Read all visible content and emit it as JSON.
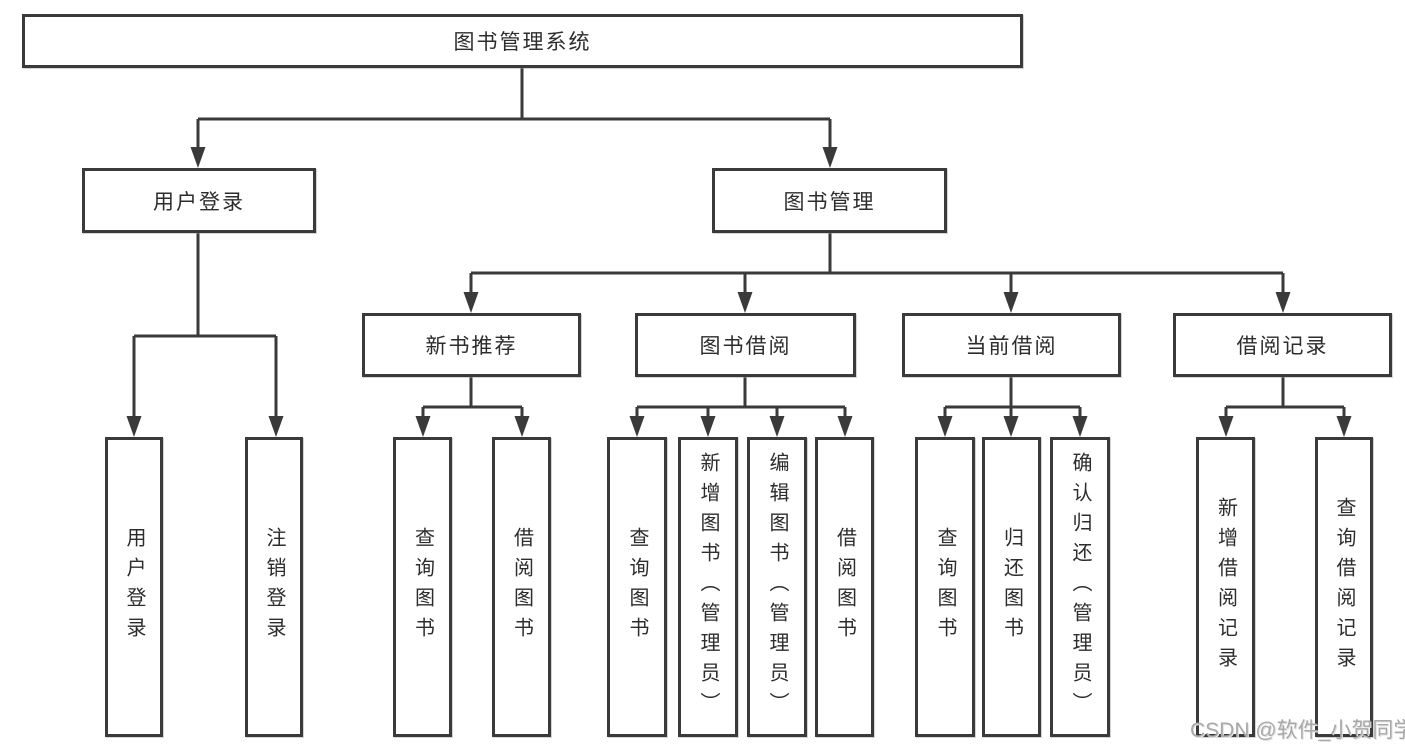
{
  "diagram": {
    "root": {
      "label": "图书管理系统"
    },
    "branches": [
      {
        "label": "用户登录",
        "children": [
          {
            "label": "用户登录"
          },
          {
            "label": "注销登录"
          }
        ]
      },
      {
        "label": "图书管理",
        "sections": [
          {
            "label": "新书推荐",
            "children": [
              {
                "label": "查询图书"
              },
              {
                "label": "借阅图书"
              }
            ]
          },
          {
            "label": "图书借阅",
            "children": [
              {
                "label": "查询图书"
              },
              {
                "label": "新增图书（管理员）"
              },
              {
                "label": "编辑图书（管理员）"
              },
              {
                "label": "借阅图书"
              }
            ]
          },
          {
            "label": "当前借阅",
            "children": [
              {
                "label": "查询图书"
              },
              {
                "label": "归还图书"
              },
              {
                "label": "确认归还（管理员）"
              }
            ]
          },
          {
            "label": "借阅记录",
            "children": [
              {
                "label": "新增借阅记录"
              },
              {
                "label": "查询借阅记录"
              }
            ]
          }
        ]
      }
    ]
  },
  "watermark": {
    "text": "CSDN @软件_小贺同学"
  },
  "colors": {
    "line": "#3a3a3a",
    "box_border": "#3a3a3a",
    "text": "#2d2d2d",
    "watermark": "#a9a9a9",
    "background": "#ffffff"
  }
}
